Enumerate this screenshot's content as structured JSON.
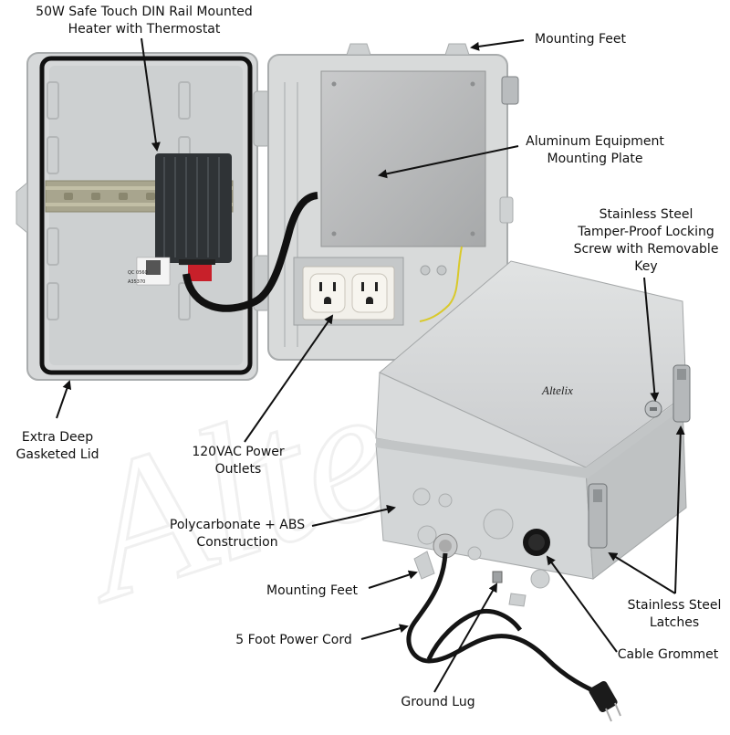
{
  "brand": {
    "name": "Altelix"
  },
  "callouts": {
    "heater": "50W Safe Touch DIN Rail Mounted\nHeater with Thermostat",
    "mounting_feet_top": "Mounting Feet",
    "aluminum_plate": "Aluminum Equipment\nMounting Plate",
    "locking_screw": "Stainless Steel\nTamper-Proof Locking\nScrew with Removable\nKey",
    "gasketed_lid": "Extra Deep\nGasketed Lid",
    "power_outlets": "120VAC Power\nOutlets",
    "construction": "Polycarbonate + ABS\nConstruction",
    "mounting_feet_bottom": "Mounting Feet",
    "power_cord": "5 Foot Power Cord",
    "ground_lug": "Ground Lug",
    "latches": "Stainless Steel\nLatches",
    "cable_grommet": "Cable Grommet"
  },
  "sticker": {
    "line1": "QC 0560",
    "line2": "A35370"
  },
  "colors": {
    "enclosure": "#d9dbdb",
    "enclosure_shadow": "#b9bcbd",
    "plate": "#b8b9ba",
    "heater": "#2f3336",
    "din_rail": "#a8a58e",
    "outlet": "#f2f0ea",
    "gasket": "#111111",
    "cord": "#151515",
    "arrow": "#111111"
  }
}
